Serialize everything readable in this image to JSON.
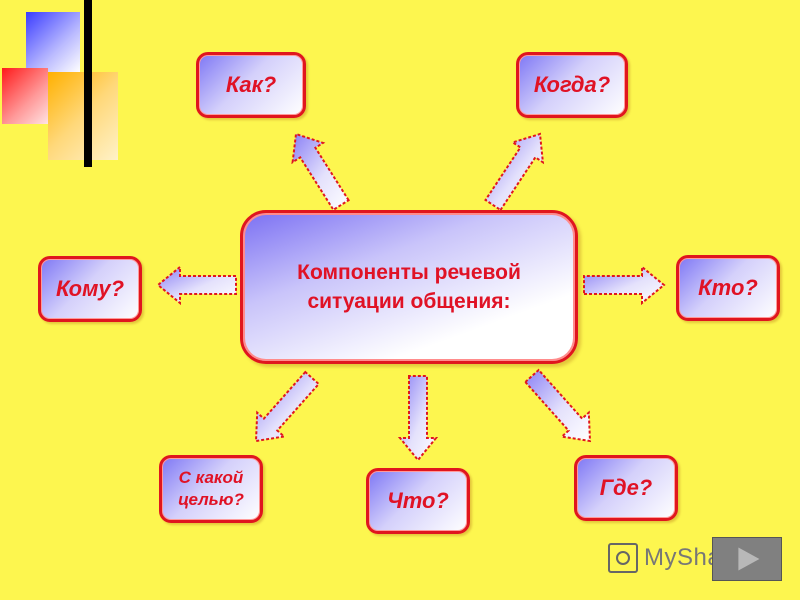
{
  "center": {
    "line1": "Компоненты  речевой",
    "line2": "ситуации общения:"
  },
  "nodes": {
    "kak": "Как?",
    "kogda": "Когда?",
    "komu": "Кому?",
    "kto": "Кто?",
    "s_kakoy_line1": "С какой",
    "s_kakoy_line2": "целью?",
    "chto": "Что?",
    "gde": "Где?"
  },
  "watermark": {
    "text": "MyShared"
  },
  "colors": {
    "background": "#fdf64f",
    "border": "#e0161e",
    "text": "#e01225",
    "gradient_start": "#7f78f5"
  }
}
